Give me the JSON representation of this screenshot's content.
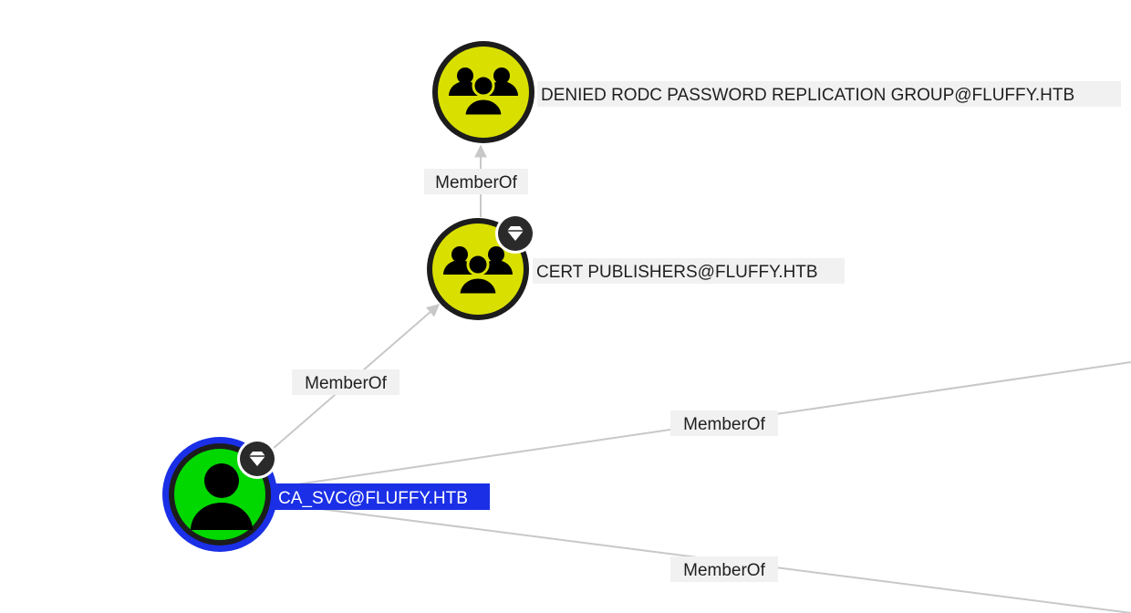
{
  "colors": {
    "group_fill": "#d9e000",
    "user_fill": "#00d800",
    "node_outline": "#1c1c1c",
    "selection": "#1a2fe6",
    "edge": "#c8c8c8",
    "label_bg": "#f1f1f1"
  },
  "nodes": [
    {
      "id": "denied-rodc",
      "kind": "group",
      "icon": "users-group-icon",
      "label": "DENIED RODC PASSWORD REPLICATION GROUP@FLUFFY.HTB",
      "badge": false,
      "selected": false
    },
    {
      "id": "cert-publishers",
      "kind": "group",
      "icon": "users-group-icon",
      "label": "CERT PUBLISHERS@FLUFFY.HTB",
      "badge": true,
      "badge_icon": "diamond-icon",
      "selected": false
    },
    {
      "id": "ca-svc",
      "kind": "user",
      "icon": "user-icon",
      "label": "CA_SVC@FLUFFY.HTB",
      "badge": true,
      "badge_icon": "diamond-icon",
      "selected": true
    }
  ],
  "edges": [
    {
      "id": "edge-cert-to-denied",
      "from": "cert-publishers",
      "to": "denied-rodc",
      "label": "MemberOf"
    },
    {
      "id": "edge-casvc-to-cert",
      "from": "ca-svc",
      "to": "cert-publishers",
      "label": "MemberOf"
    },
    {
      "id": "edge-casvc-to-offscreen-1",
      "from": "ca-svc",
      "to": "offscreen-1",
      "label": "MemberOf"
    },
    {
      "id": "edge-casvc-to-offscreen-2",
      "from": "ca-svc",
      "to": "offscreen-2",
      "label": "MemberOf"
    }
  ]
}
